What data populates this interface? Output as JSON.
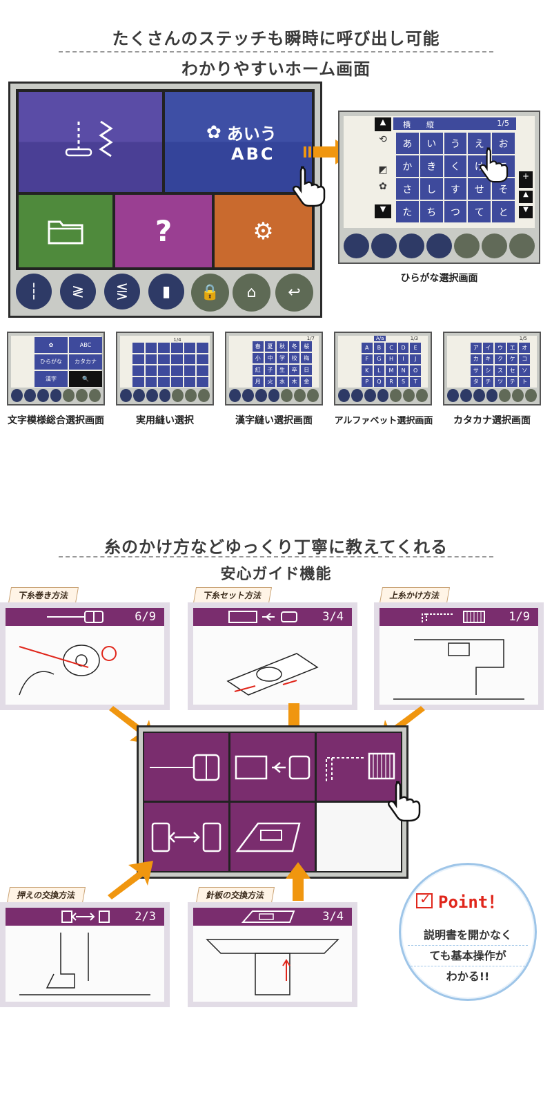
{
  "section1": {
    "heading_line1": "たくさんのステッチも瞬時に呼び出し可能",
    "heading_line2": "わかりやすいホーム画面",
    "home_tiles": {
      "kana_label": "あいう",
      "abc_label": "ABC",
      "help_label": "?"
    },
    "side_screen": {
      "tab_horizontal": "横",
      "tab_vertical": "縦",
      "page": "1/5",
      "kana": [
        "あ",
        "い",
        "う",
        "え",
        "お",
        "か",
        "き",
        "く",
        "け",
        "こ",
        "さ",
        "し",
        "す",
        "せ",
        "そ",
        "た",
        "ち",
        "つ",
        "て",
        "と"
      ],
      "caption": "ひらがな選択画面"
    },
    "thumbnails": [
      {
        "caption": "文字模様総合選択画面",
        "cells": [
          "✿",
          "ABC",
          "ひらがな",
          "カタカナ",
          "漢字",
          "🔍"
        ]
      },
      {
        "caption": "実用縫い選択",
        "page": "1/4"
      },
      {
        "caption": "漢字縫い選択画面",
        "page": "1/7",
        "cells": [
          "春",
          "夏",
          "秋",
          "冬",
          "桜",
          "小",
          "中",
          "学",
          "校",
          "梅",
          "紅",
          "子",
          "生",
          "卒",
          "日",
          "月",
          "火",
          "水",
          "木",
          "金"
        ]
      },
      {
        "caption": "アルファベット選択画面",
        "page": "1/3",
        "tab": "A/a",
        "cells": [
          "A",
          "B",
          "C",
          "D",
          "E",
          "F",
          "G",
          "H",
          "I",
          "J",
          "K",
          "L",
          "M",
          "N",
          "O",
          "P",
          "Q",
          "R",
          "S",
          "T"
        ]
      },
      {
        "caption": "カタカナ選択画面",
        "page": "1/5",
        "cells": [
          "ア",
          "イ",
          "ウ",
          "エ",
          "オ",
          "カ",
          "キ",
          "ク",
          "ケ",
          "コ",
          "サ",
          "シ",
          "ス",
          "セ",
          "ソ",
          "タ",
          "チ",
          "ツ",
          "テ",
          "ト"
        ]
      }
    ]
  },
  "section2": {
    "heading_line1": "糸のかけ方などゆっくり丁寧に教えてくれる",
    "heading_line2": "安心ガイド機能",
    "cards": [
      {
        "tag": "下糸巻き方法",
        "page": "6/9"
      },
      {
        "tag": "下糸セット方法",
        "page": "3/4"
      },
      {
        "tag": "上糸かけ方法",
        "page": "1/9"
      },
      {
        "tag": "押えの交換方法",
        "page": "2/3"
      },
      {
        "tag": "針板の交換方法",
        "page": "3/4"
      }
    ],
    "point": {
      "title": "Point！",
      "line1": "説明書を開かなく",
      "line2": "ても基本操作が",
      "line3": "わかる!!"
    }
  },
  "colors": {
    "screen_blue": "#3e4a9c",
    "tile_green": "#4f8a3c",
    "tile_magenta": "#9a3f92",
    "tile_orange": "#c96a2e",
    "guide_purple": "#7a2d6e",
    "arrow_orange": "#f0960f",
    "point_red": "#e0261b"
  }
}
